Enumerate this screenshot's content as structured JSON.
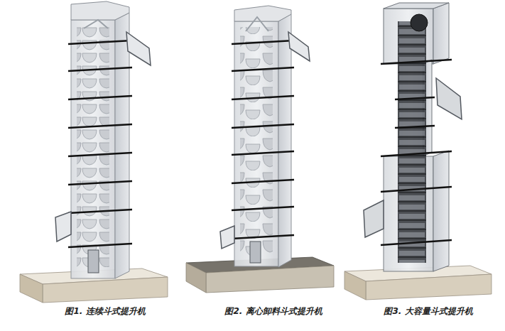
{
  "diagram": {
    "labels": [
      "图1. 连续斗式提升机",
      "图2. 离心卸料斗式提升机",
      "图3. 大容量斗式提升机"
    ]
  }
}
